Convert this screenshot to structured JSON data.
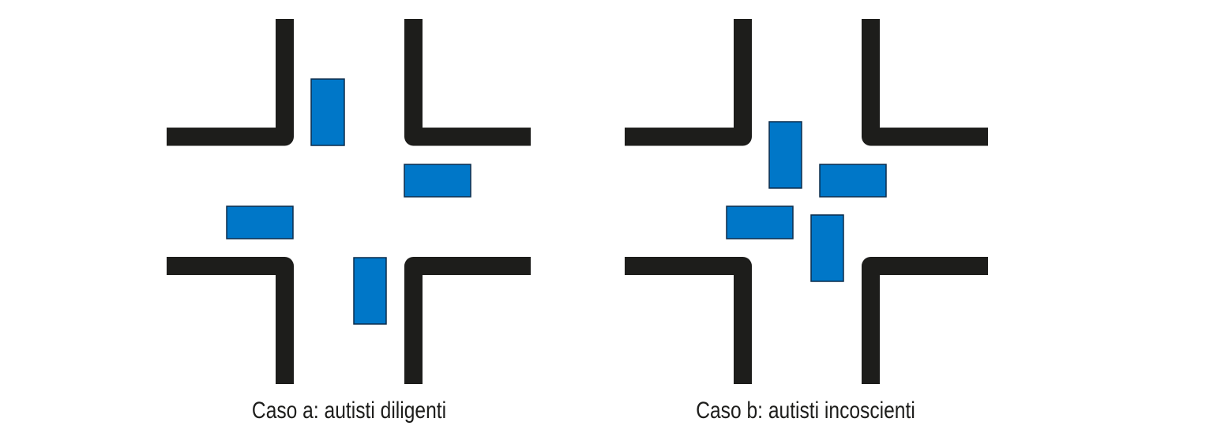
{
  "colors": {
    "road": "#1d1d1b",
    "car_fill": "#0077c8",
    "car_border": "#0c2c4a",
    "background": "#ffffff"
  },
  "panels": [
    {
      "id": "a",
      "caption": "Caso a: autisti diligenti",
      "cars": 4,
      "arrangement": "cars waiting before the intersection, junction clear"
    },
    {
      "id": "b",
      "caption": "Caso b: autisti incoscienti",
      "cars": 4,
      "arrangement": "cars inside the intersection, gridlock"
    }
  ]
}
